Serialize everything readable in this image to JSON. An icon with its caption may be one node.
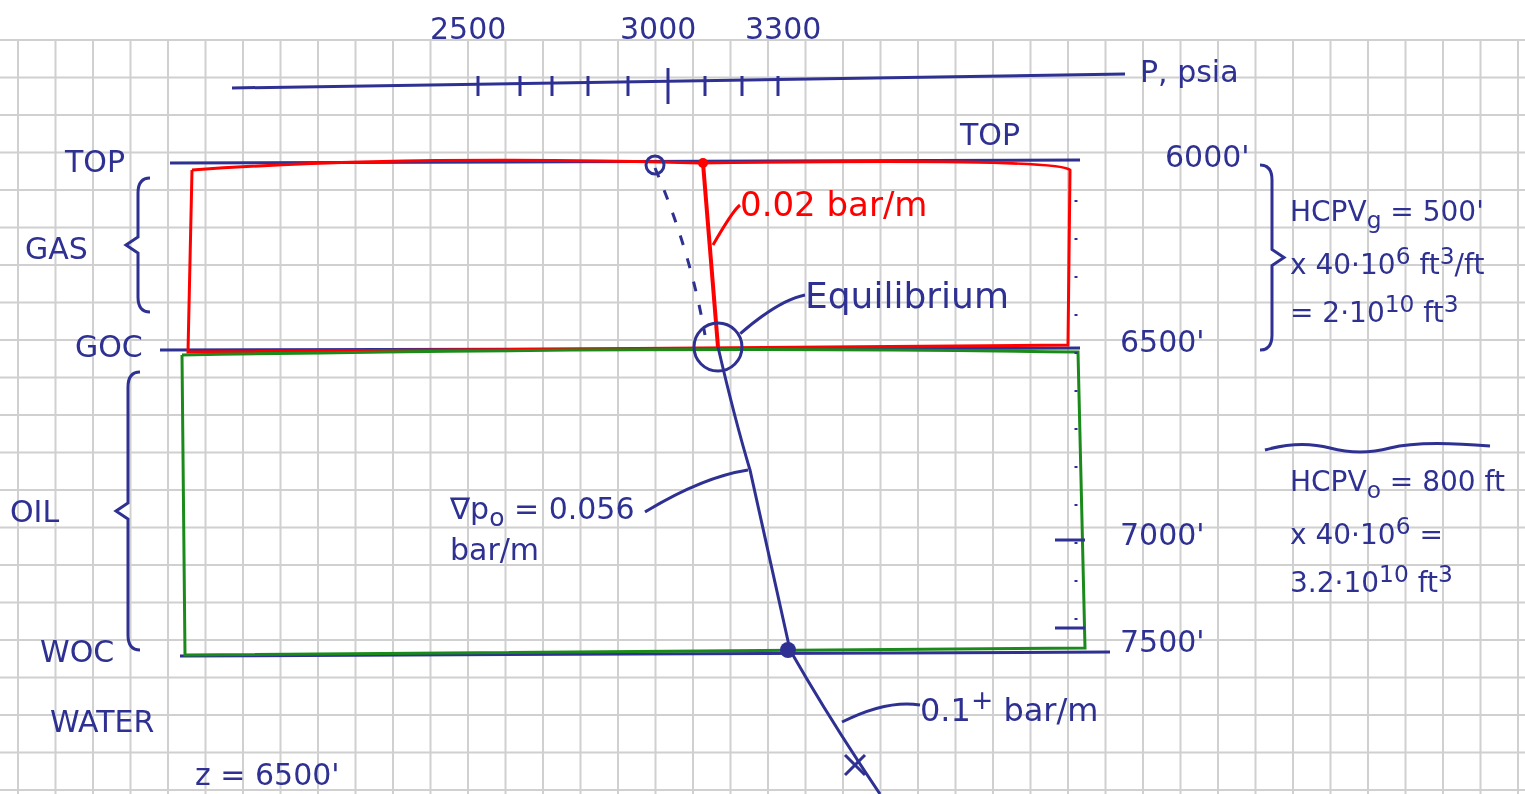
{
  "diagram": {
    "nodes": [
      {
        "text": [
          "Equilibrium"
        ]
      },
      {
        "text": [],
        "shape": "circle"
      },
      {
        "text": [
          "0.02 bar/m"
        ]
      },
      {
        "text": [
          "∇p$_{o}$ = 0.056 bar/m"
        ]
      },
      {
        "text": [
          "0.1$^{+}$ bar/m"
        ]
      }
    ],
    "edges": [
      {
        "from": 0,
        "to": 1,
        "arrow": "none"
      },
      {
        "from": 2,
        "to": null,
        "arrow": "none",
        "color": "#ff0000"
      },
      {
        "from": 3,
        "to": null,
        "arrow": "none"
      },
      {
        "from": 4,
        "to": null,
        "arrow": "none"
      }
    ],
    "labels": [
      "2500",
      "3000",
      "3300",
      "P, psia",
      "TOP",
      "GAS",
      "GOC",
      "OIL",
      "WOC",
      "WATER",
      "z = 6500'",
      "TOP",
      "6000'",
      "6500'",
      "7000'",
      "7500'",
      "HCPV$_{g}$ = 500' x 40·10$^{6}$ ft$^{3}$/ft = 2·10$^{10}$ ft$^{3}$",
      "HCPV$_{o}$ = 800 ft x 40·10$^{6}$ = 3.2·10$^{10}$ ft$^{3}$"
    ]
  }
}
